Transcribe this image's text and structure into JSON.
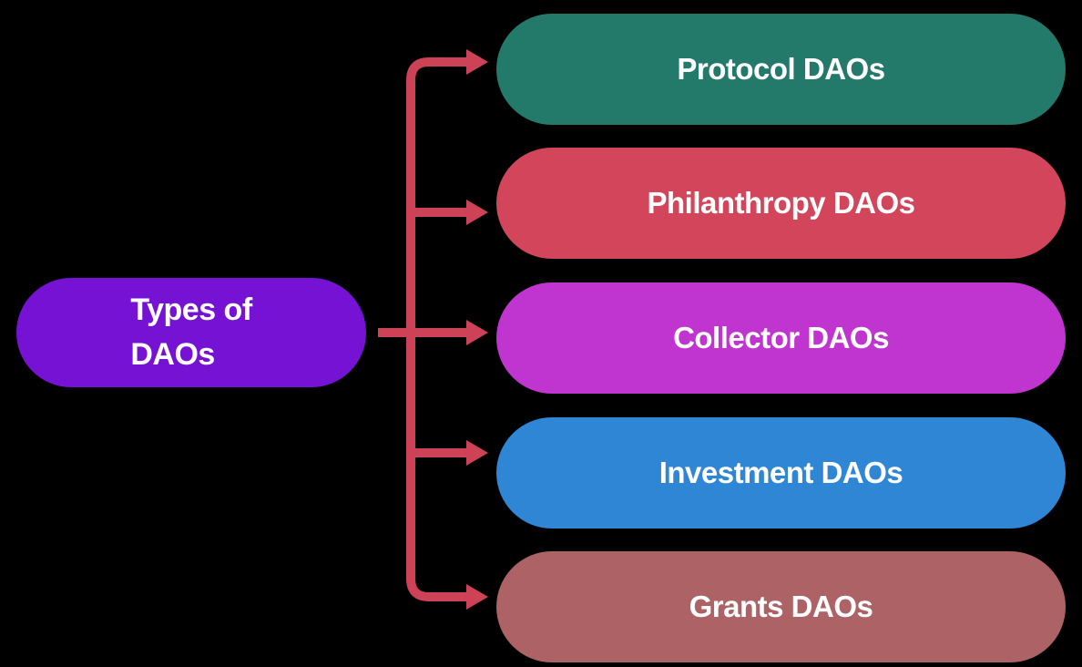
{
  "diagram": {
    "title": "Types of DAOs",
    "background_color": "#000000",
    "connector_color": "#CE4257",
    "text_color": "#FFFFFF",
    "root": {
      "label": "Types of\nDAOs",
      "color": "#7612D4"
    },
    "branches": [
      {
        "label": "Protocol DAOs",
        "color": "#23796A"
      },
      {
        "label": "Philanthropy DAOs",
        "color": "#D2455A"
      },
      {
        "label": "Collector DAOs",
        "color": "#C034D0"
      },
      {
        "label": "Investment DAOs",
        "color": "#2E86D5"
      },
      {
        "label": "Grants DAOs",
        "color": "#AD6366"
      }
    ]
  }
}
